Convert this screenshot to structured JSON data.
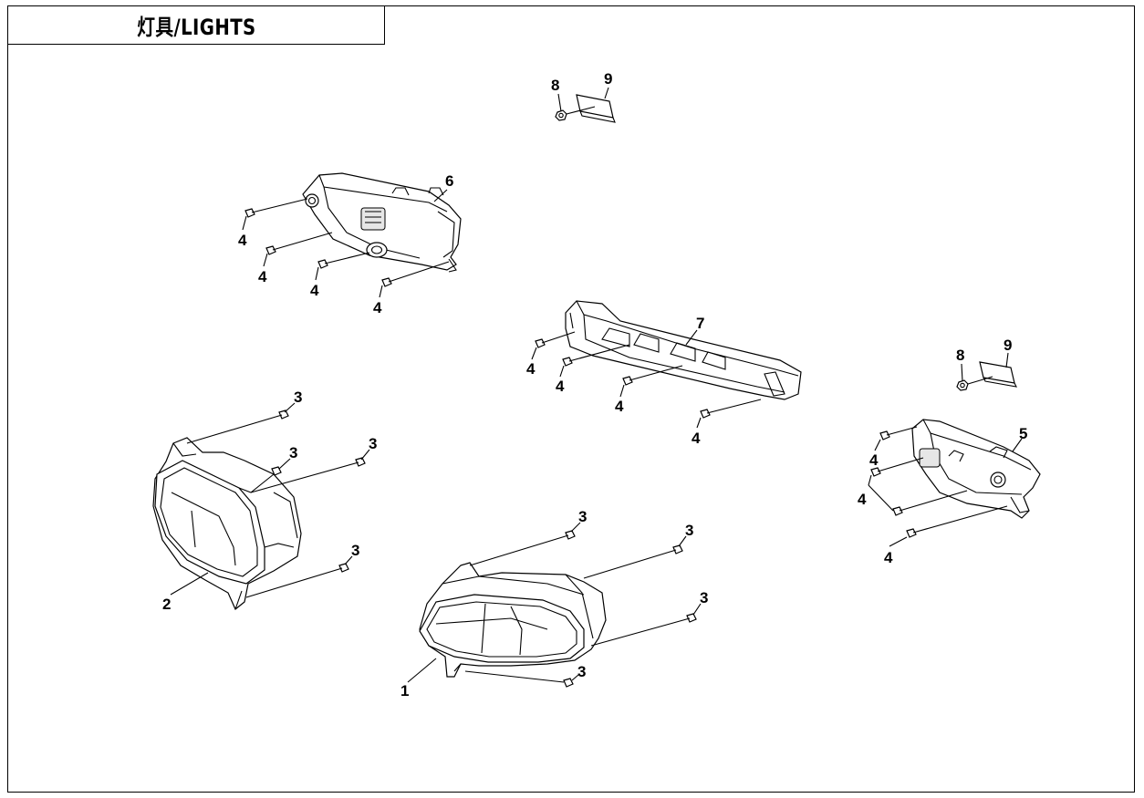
{
  "title": "灯具/LIGHTS",
  "callouts": [
    {
      "id": "c8a",
      "label": "8"
    },
    {
      "id": "c9a",
      "label": "9"
    },
    {
      "id": "c6",
      "label": "6"
    },
    {
      "id": "c4a",
      "label": "4"
    },
    {
      "id": "c4b",
      "label": "4"
    },
    {
      "id": "c4c",
      "label": "4"
    },
    {
      "id": "c4d",
      "label": "4"
    },
    {
      "id": "c7",
      "label": "7"
    },
    {
      "id": "c4e",
      "label": "4"
    },
    {
      "id": "c4f",
      "label": "4"
    },
    {
      "id": "c4g",
      "label": "4"
    },
    {
      "id": "c4h",
      "label": "4"
    },
    {
      "id": "c8b",
      "label": "8"
    },
    {
      "id": "c9b",
      "label": "9"
    },
    {
      "id": "c5",
      "label": "5"
    },
    {
      "id": "c4i",
      "label": "4"
    },
    {
      "id": "c4j",
      "label": "4"
    },
    {
      "id": "c4k",
      "label": "4"
    },
    {
      "id": "c3a",
      "label": "3"
    },
    {
      "id": "c3b",
      "label": "3"
    },
    {
      "id": "c3c",
      "label": "3"
    },
    {
      "id": "c3d",
      "label": "3"
    },
    {
      "id": "c2",
      "label": "2"
    },
    {
      "id": "c3e",
      "label": "3"
    },
    {
      "id": "c3f",
      "label": "3"
    },
    {
      "id": "c3g",
      "label": "3"
    },
    {
      "id": "c3h",
      "label": "3"
    },
    {
      "id": "c1",
      "label": "1"
    }
  ]
}
